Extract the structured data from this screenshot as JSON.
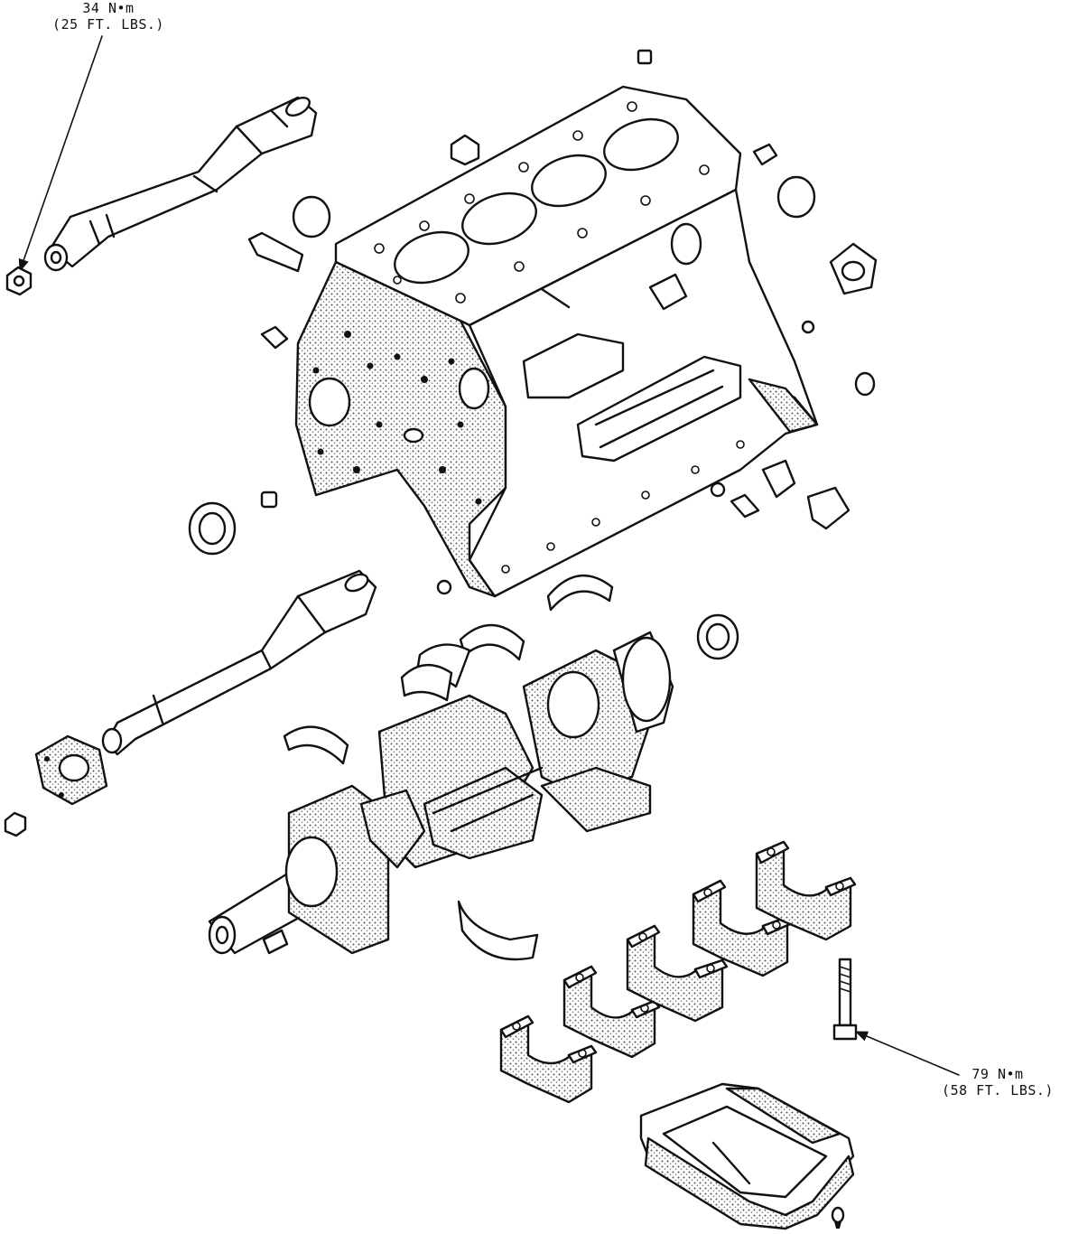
{
  "callouts": {
    "top_left": {
      "torque": "34 N•m",
      "imperial": "(25 FT. LBS.)"
    },
    "bottom_right": {
      "torque": "79 N•m",
      "imperial": "(58 FT. LBS.)"
    }
  },
  "colors": {
    "line": "#111111",
    "paper": "#ffffff",
    "shade": "#bdbdbd"
  },
  "parts": [
    "cylinder-block",
    "crankshaft",
    "balance-shaft-upper",
    "balance-shaft-lower",
    "main-bearing-caps",
    "bearing-shells",
    "oil-pan-baffle",
    "main-cap-bolt",
    "balance-shaft-bolt",
    "plugs-and-fittings"
  ]
}
